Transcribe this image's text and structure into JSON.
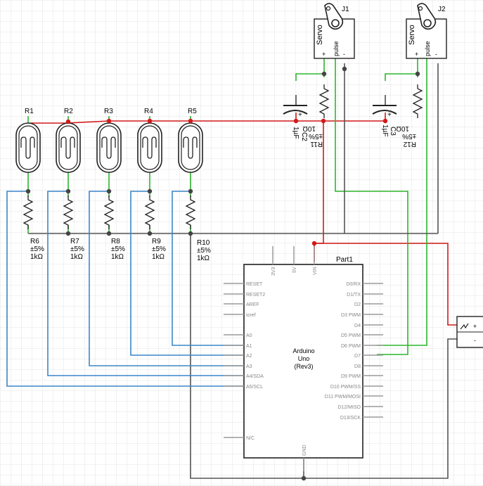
{
  "colors": {
    "grid": "#d7d7d7",
    "red_wire": "#d11a1a",
    "green_wire": "#2db52d",
    "blue_wire": "#3a86c8",
    "dark_wire": "#555555",
    "pin": "#9a9a9a"
  },
  "photoresistors": {
    "R1": {
      "name": "R1"
    },
    "R2": {
      "name": "R2"
    },
    "R3": {
      "name": "R3"
    },
    "R4": {
      "name": "R4"
    },
    "R5": {
      "name": "R5"
    }
  },
  "resistors": {
    "R6": {
      "name": "R6",
      "tol": "±5%",
      "val": "1kΩ"
    },
    "R7": {
      "name": "R7",
      "tol": "±5%",
      "val": "1kΩ"
    },
    "R8": {
      "name": "R8",
      "tol": "±5%",
      "val": "1kΩ"
    },
    "R9": {
      "name": "R9",
      "tol": "±5%",
      "val": "1kΩ"
    },
    "R10": {
      "name": "R10",
      "tol": "±5%",
      "val": "1kΩ"
    },
    "R11": {
      "name": "R11",
      "tol": "±5%",
      "val": "10Ω"
    },
    "R12": {
      "name": "R12",
      "tol": "±5%",
      "val": "10Ω"
    }
  },
  "capacitors": {
    "C2": {
      "name": "C2",
      "val": "1µF"
    },
    "C3": {
      "name": "C3",
      "val": "1µF"
    }
  },
  "servos": {
    "J1": {
      "name": "J1",
      "label": "Servo",
      "pulse": "pulse",
      "plus": "+",
      "minus": "-"
    },
    "J2": {
      "name": "J2",
      "label": "Servo",
      "pulse": "pulse",
      "plus": "+",
      "minus": "-"
    }
  },
  "arduino": {
    "part": "Part1",
    "title1": "Arduino",
    "title2": "Uno",
    "title3": "(Rev3)",
    "top_pins": [
      "3V3",
      "5V",
      "VIN"
    ],
    "left_pins": [
      "RESET",
      "RESET2",
      "AREF",
      "ioref",
      "A0",
      "A1",
      "A2",
      "A3",
      "A4/SDA",
      "A5/SCL",
      "N/C"
    ],
    "right_pins": [
      "D0/RX",
      "D1/TX",
      "D2",
      "D3 PWM",
      "D4",
      "D5 PWM",
      "D6 PWM",
      "D7",
      "D8",
      "D9 PWM",
      "D10 PWM/SS",
      "D11 PWM/MOSI",
      "D12/MISO",
      "D13/SCK"
    ],
    "bottom_pin": "GND"
  },
  "power": {
    "plus": "+",
    "minus": "-"
  }
}
